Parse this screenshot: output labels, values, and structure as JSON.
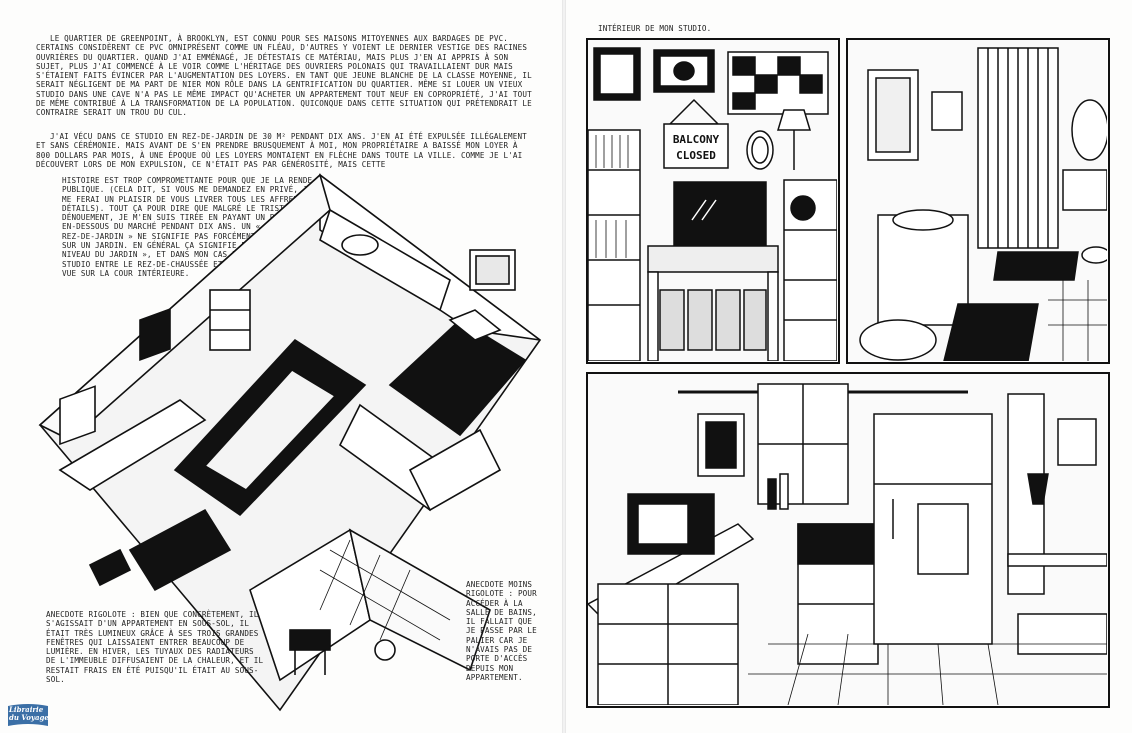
{
  "left_page": {
    "paragraph_1": "Le quartier de Greenpoint, à Brooklyn, est connu pour ses maisons mitoyennes aux bardages de PVC. Certains considèrent ce PVC omniprésent comme un fléau, d'autres y voient le dernier vestige des racines ouvrières du quartier. Quand j'ai emménagé, je détestais ce matériau, mais plus j'en ai appris à son sujet, plus j'ai commencé à le voir comme l'héritage des ouvriers polonais qui travaillaient dur mais s'étaient faits évincer par l'augmentation des loyers. En tant que jeune blanche de la classe moyenne, il serait négligent de ma part de nier mon rôle dans la gentrification du quartier. Même si louer un vieux studio dans une cave n'a pas le même impact qu'acheter un appartement tout neuf en copropriété, j'ai tout de même contribué à la transformation de la population. Quiconque dans cette situation qui prétendrait le contraire serait un trou du cul.",
    "paragraph_2": "J'ai vécu dans ce studio en rez-de-jardin de 30 m² pendant dix ans. J'en ai été expulsée illégalement et sans cérémonie. Mais avant de s'en prendre brusquement à moi, mon propriétaire a baissé mon loyer à 800 dollars par mois, à une époque où les loyers montaient en flèche dans toute la ville. Comme je l'ai découvert lors de mon expulsion, ce n'était pas par générosité, mais cette",
    "paragraph_2_cont": "histoire est trop compromettante pour que je la rende publique. (Cela dit, si vous me demandez en privé, je me ferai un plaisir de vous livrer tous les affreux détails). Tout ça pour dire que malgré le triste dénouement, je m'en suis tirée en payant un prix bien en-dessous du marché pendant dix ans. Un « studio en rez-de-jardin » ne signifie pas forcément qu'on donne sur un jardin. En général ça signifie plutôt « au niveau du jardin », et dans mon cas il s'agissait d'un studio entre le rez-de-chaussée et le sous-sol, avec vue sur la cour intérieure.",
    "anecdote_1": "Anecdote rigolote : bien que concrètement, il s'agissait d'un appartement en sous-sol, il était très lumineux grâce à ses trois grandes fenêtres qui laissaient entrer beaucoup de lumière. En hiver, les tuyaux des radiateurs de l'immeuble diffusaient de la chaleur, et il restait frais en été puisqu'il était au sous-sol.",
    "anecdote_2": "Anecdote moins rigolote : pour accéder à la salle de bains, il fallait que je passe par le palier car je n'avais pas de porte d'accès depuis mon appartement."
  },
  "right_page": {
    "caption": "Intérieur de mon studio.",
    "sign_line_1": "BALCONY",
    "sign_line_2": "CLOSED"
  },
  "watermark": {
    "line_1": "Librairie",
    "line_2": "du Voyage",
    "color": "#3b6fa6"
  },
  "colors": {
    "ink": "#111111",
    "paper": "#fdfdfc",
    "gutter": "#e4e4e4"
  }
}
